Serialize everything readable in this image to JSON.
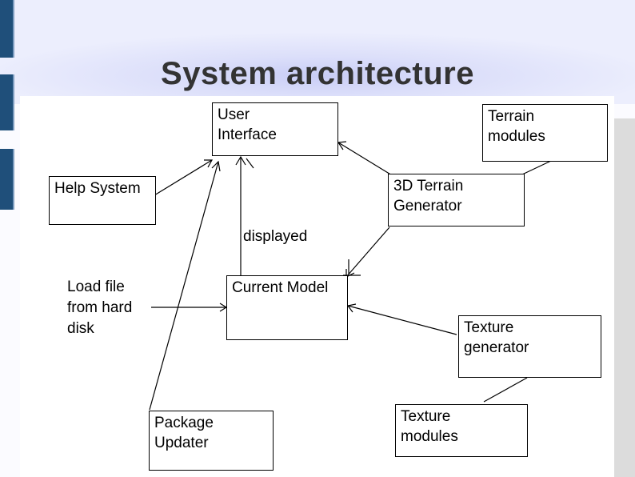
{
  "slide": {
    "title": "System architecture"
  },
  "diagram": {
    "nodes": {
      "user_interface": [
        "User",
        "Interface"
      ],
      "terrain_modules": [
        "Terrain",
        "modules"
      ],
      "help_system": [
        "Help System"
      ],
      "terrain_generator": [
        "3D Terrain",
        "Generator"
      ],
      "current_model": [
        "Current Model"
      ],
      "texture_generator": [
        "Texture",
        "generator"
      ],
      "texture_modules": [
        "Texture",
        "modules"
      ],
      "package_updater": [
        "Package",
        "Updater"
      ]
    },
    "labels": {
      "displayed": "displayed",
      "load_file": [
        "Load file",
        "from hard",
        "disk"
      ]
    }
  },
  "colors": {
    "title": "#333333",
    "side_bar": "#1f4f7a",
    "header_tint": "#c9cdf6",
    "line": "#000000"
  }
}
